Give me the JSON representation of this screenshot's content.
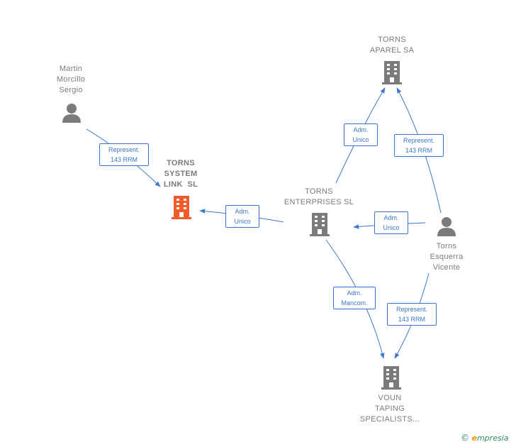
{
  "colors": {
    "edge": "#3b78c9",
    "node": "#7b7b7b",
    "focus": "#f25a2a",
    "brand_green": "#2e8b57",
    "brand_orange": "#f29200"
  },
  "nodes": {
    "martin": {
      "lines": [
        "Martin",
        "Morcillo",
        "Sergio"
      ],
      "icon": "person-icon"
    },
    "system_link": {
      "lines": [
        "TORNS",
        "SYSTEM",
        "LINK  SL"
      ],
      "icon": "building-icon"
    },
    "aparel": {
      "lines": [
        "TORNS",
        "APAREL SA"
      ],
      "icon": "building-icon"
    },
    "enterprises": {
      "lines": [
        "TORNS",
        "ENTERPRISES SL"
      ],
      "icon": "building-icon"
    },
    "vicente": {
      "lines": [
        "Torns",
        "Esquerra",
        "Vicente"
      ],
      "icon": "person-icon"
    },
    "voun": {
      "lines": [
        "VOUN",
        "TAPING",
        "SPECIALISTS..."
      ],
      "icon": "building-icon"
    }
  },
  "edges": {
    "martin_system": {
      "lines": [
        "Represent.",
        "143 RRM"
      ]
    },
    "enterprises_system": {
      "lines": [
        "Adm.",
        "Unico"
      ]
    },
    "enterprises_aparel": {
      "lines": [
        "Adm.",
        "Unico"
      ]
    },
    "vicente_aparel": {
      "lines": [
        "Represent.",
        "143 RRM"
      ]
    },
    "vicente_enterprises": {
      "lines": [
        "Adm.",
        "Unico"
      ]
    },
    "enterprises_voun": {
      "lines": [
        "Adm.",
        "Mancom."
      ]
    },
    "vicente_voun": {
      "lines": [
        "Represent.",
        "143 RRM"
      ]
    }
  },
  "footer": {
    "symbol": "©",
    "brand_initial": "e",
    "brand_rest": "mpresia"
  }
}
